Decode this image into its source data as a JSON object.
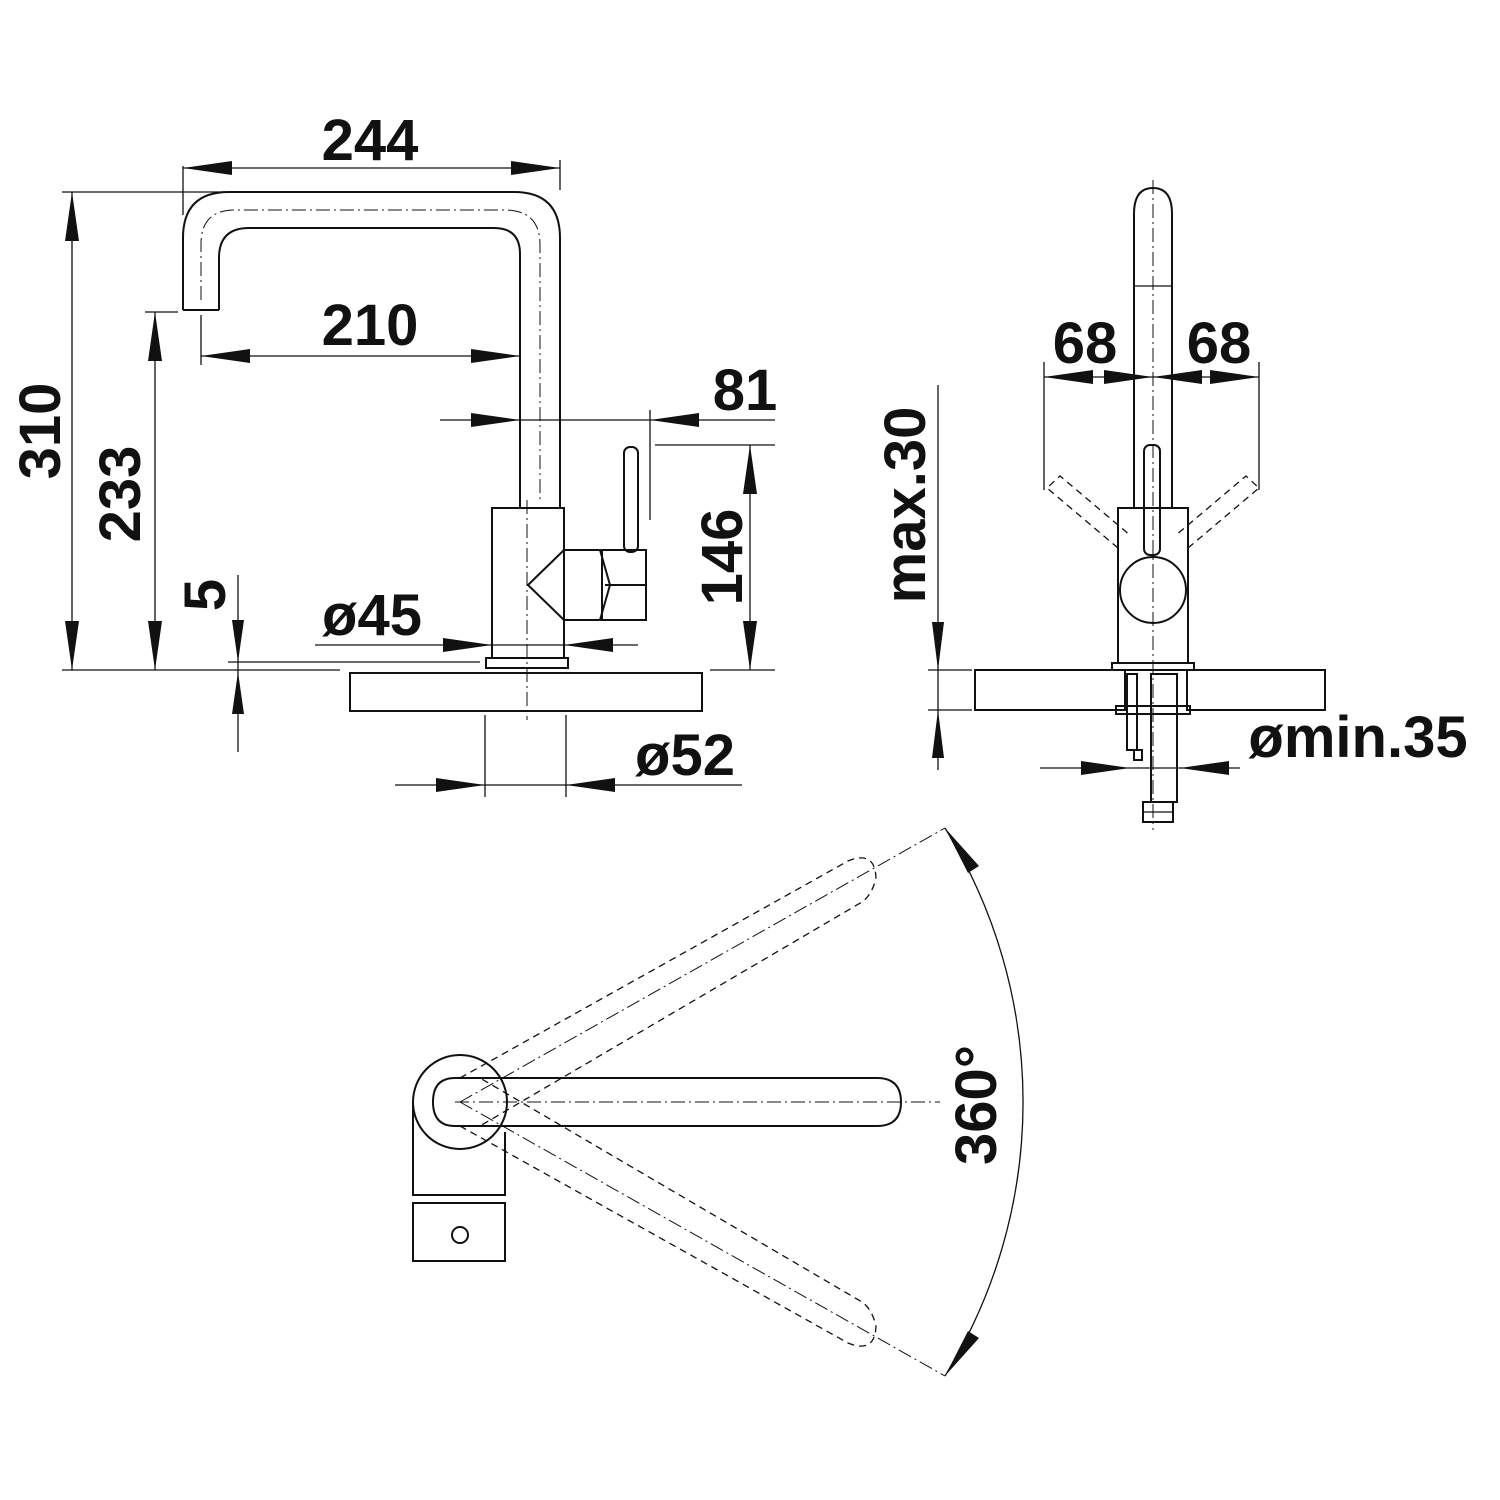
{
  "dimensions": {
    "width_top": "244",
    "spout_reach": "210",
    "overall_height": "310",
    "spout_height": "233",
    "lever_offset": "81",
    "body_height": "146",
    "base_diameter": "ø45",
    "plinth_height": "5",
    "hole_diameter": "ø52",
    "lever_angle_left": "68",
    "lever_angle_right": "68",
    "max_thickness": "max.30",
    "min_hole": "ømin.35",
    "rotation": "360°"
  },
  "colors": {
    "line": "#111111",
    "background": "#ffffff"
  }
}
